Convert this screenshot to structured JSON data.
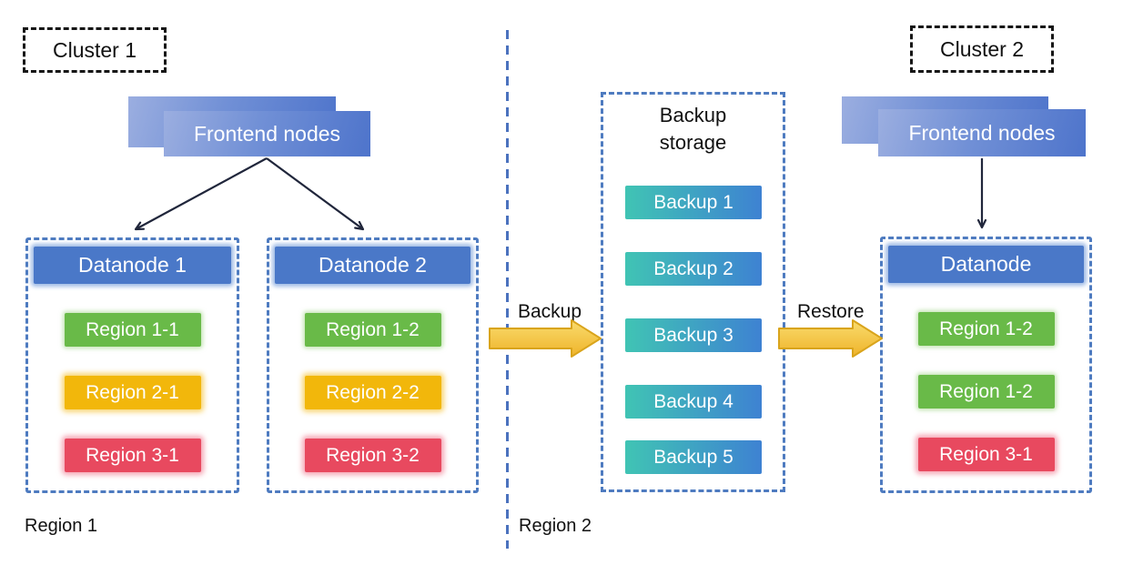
{
  "cluster1": {
    "label": "Cluster 1"
  },
  "cluster2": {
    "label": "Cluster 2"
  },
  "frontend_left": {
    "label": "Frontend nodes"
  },
  "frontend_right": {
    "label": "Frontend nodes"
  },
  "datanode1": {
    "title": "Datanode 1",
    "regions": [
      {
        "label": "Region 1-1",
        "color": "green"
      },
      {
        "label": "Region 2-1",
        "color": "yellow"
      },
      {
        "label": "Region 3-1",
        "color": "red"
      }
    ]
  },
  "datanode2": {
    "title": "Datanode 2",
    "regions": [
      {
        "label": "Region 1-2",
        "color": "green"
      },
      {
        "label": "Region 2-2",
        "color": "yellow"
      },
      {
        "label": "Region 3-2",
        "color": "red"
      }
    ]
  },
  "datanode_restored": {
    "title": "Datanode",
    "regions": [
      {
        "label": "Region 1-2",
        "color": "green"
      },
      {
        "label": "Region 1-2",
        "color": "green"
      },
      {
        "label": "Region 3-1",
        "color": "red"
      }
    ]
  },
  "backup_storage": {
    "title": "Backup storage",
    "items": [
      "Backup 1",
      "Backup 2",
      "Backup 3",
      "Backup 4",
      "Backup 5"
    ]
  },
  "flow": {
    "backup_label": "Backup",
    "restore_label": "Restore"
  },
  "region_zones": {
    "left_label": "Region 1",
    "right_label": "Region 2"
  },
  "colors": {
    "node_blue": "#4A78C8",
    "dashed_border_blue": "#4E7BC0",
    "region_green": "#69BA48",
    "region_yellow": "#F2B70B",
    "region_red": "#E8495F",
    "backup_gradient_start": "#40C4B4",
    "backup_gradient_end": "#3E82D2",
    "frontend_gradient_start": "#9BAEE0",
    "frontend_gradient_end": "#4E74CB",
    "flow_arrow_gold": "#F2BA33",
    "arrow_dark": "#20263B"
  }
}
